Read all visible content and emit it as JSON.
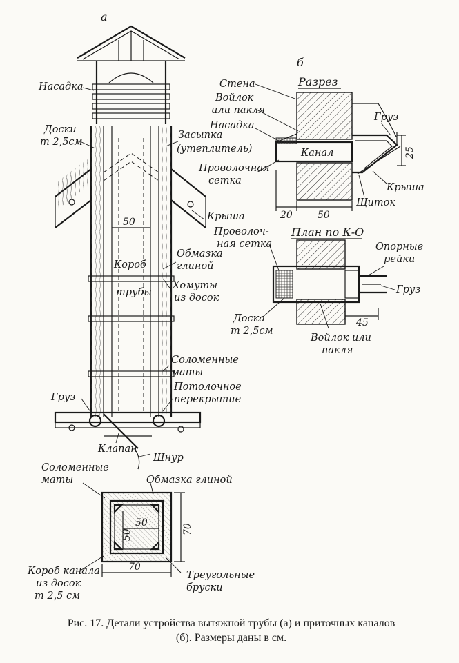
{
  "fig_a": {
    "letter": "а",
    "labels": {
      "nasadka": "Насадка",
      "doski_1": "Доски",
      "doski_2": "т 2,5см",
      "zasypka_1": "Засыпка",
      "zasypka_2": "(утеплитель)",
      "krysha": "Крыша",
      "obmazka_1": "Обмазка",
      "obmazka_2": "глиной",
      "korob_1": "Короб",
      "korob_2": "трубы",
      "homuty_1": "Хомуты",
      "homuty_2": "из досок",
      "solom_1": "Соломенные",
      "solom_2": "маты",
      "potol_1": "Потолочное",
      "potol_2": "перекрытие",
      "gruz": "Груз",
      "klapan": "Клапан",
      "shnur": "Шнур"
    },
    "dims": {
      "inner": "50"
    }
  },
  "section": {
    "labels": {
      "solom_1": "Соломенные",
      "solom_2": "маты",
      "obmazka": "Обмазка глиной",
      "korob_1": "Короб канала",
      "korob_2": "из досок",
      "korob_3": "т 2,5 см",
      "treug_1": "Треугольные",
      "treug_2": "бруски"
    },
    "dims": {
      "inner_h": "50",
      "inner_v": "50",
      "outer_h": "70",
      "outer_v": "70"
    }
  },
  "fig_b": {
    "letter": "б",
    "razrez_title": "Разрез",
    "razrez": {
      "stena": "Стена",
      "voilok_1": "Войлок",
      "voilok_2": "или пакля",
      "nasadka": "Насадка",
      "kanal": "Канал",
      "gruz": "Груз",
      "provol_1": "Проволочная",
      "provol_2": "сетка",
      "krysha": "Крыша",
      "shitok": "Щиток",
      "dim_20": "20",
      "dim_50": "50",
      "dim_25": "25"
    },
    "plan_title": "План по К-О",
    "plan": {
      "provol_1": "Проволоч-",
      "provol_2": "ная сетка",
      "opor_1": "Опорные",
      "opor_2": "рейки",
      "gruz": "Груз",
      "doska_1": "Доска",
      "doska_2": "т 2,5см",
      "voilok_1": "Войлок или",
      "voilok_2": "пакля",
      "dim_45": "45"
    }
  },
  "caption": {
    "line1": "Рис. 17. Детали устройства вытяжной трубы (а) и приточных каналов",
    "line2": "(б). Размеры даны в см."
  }
}
